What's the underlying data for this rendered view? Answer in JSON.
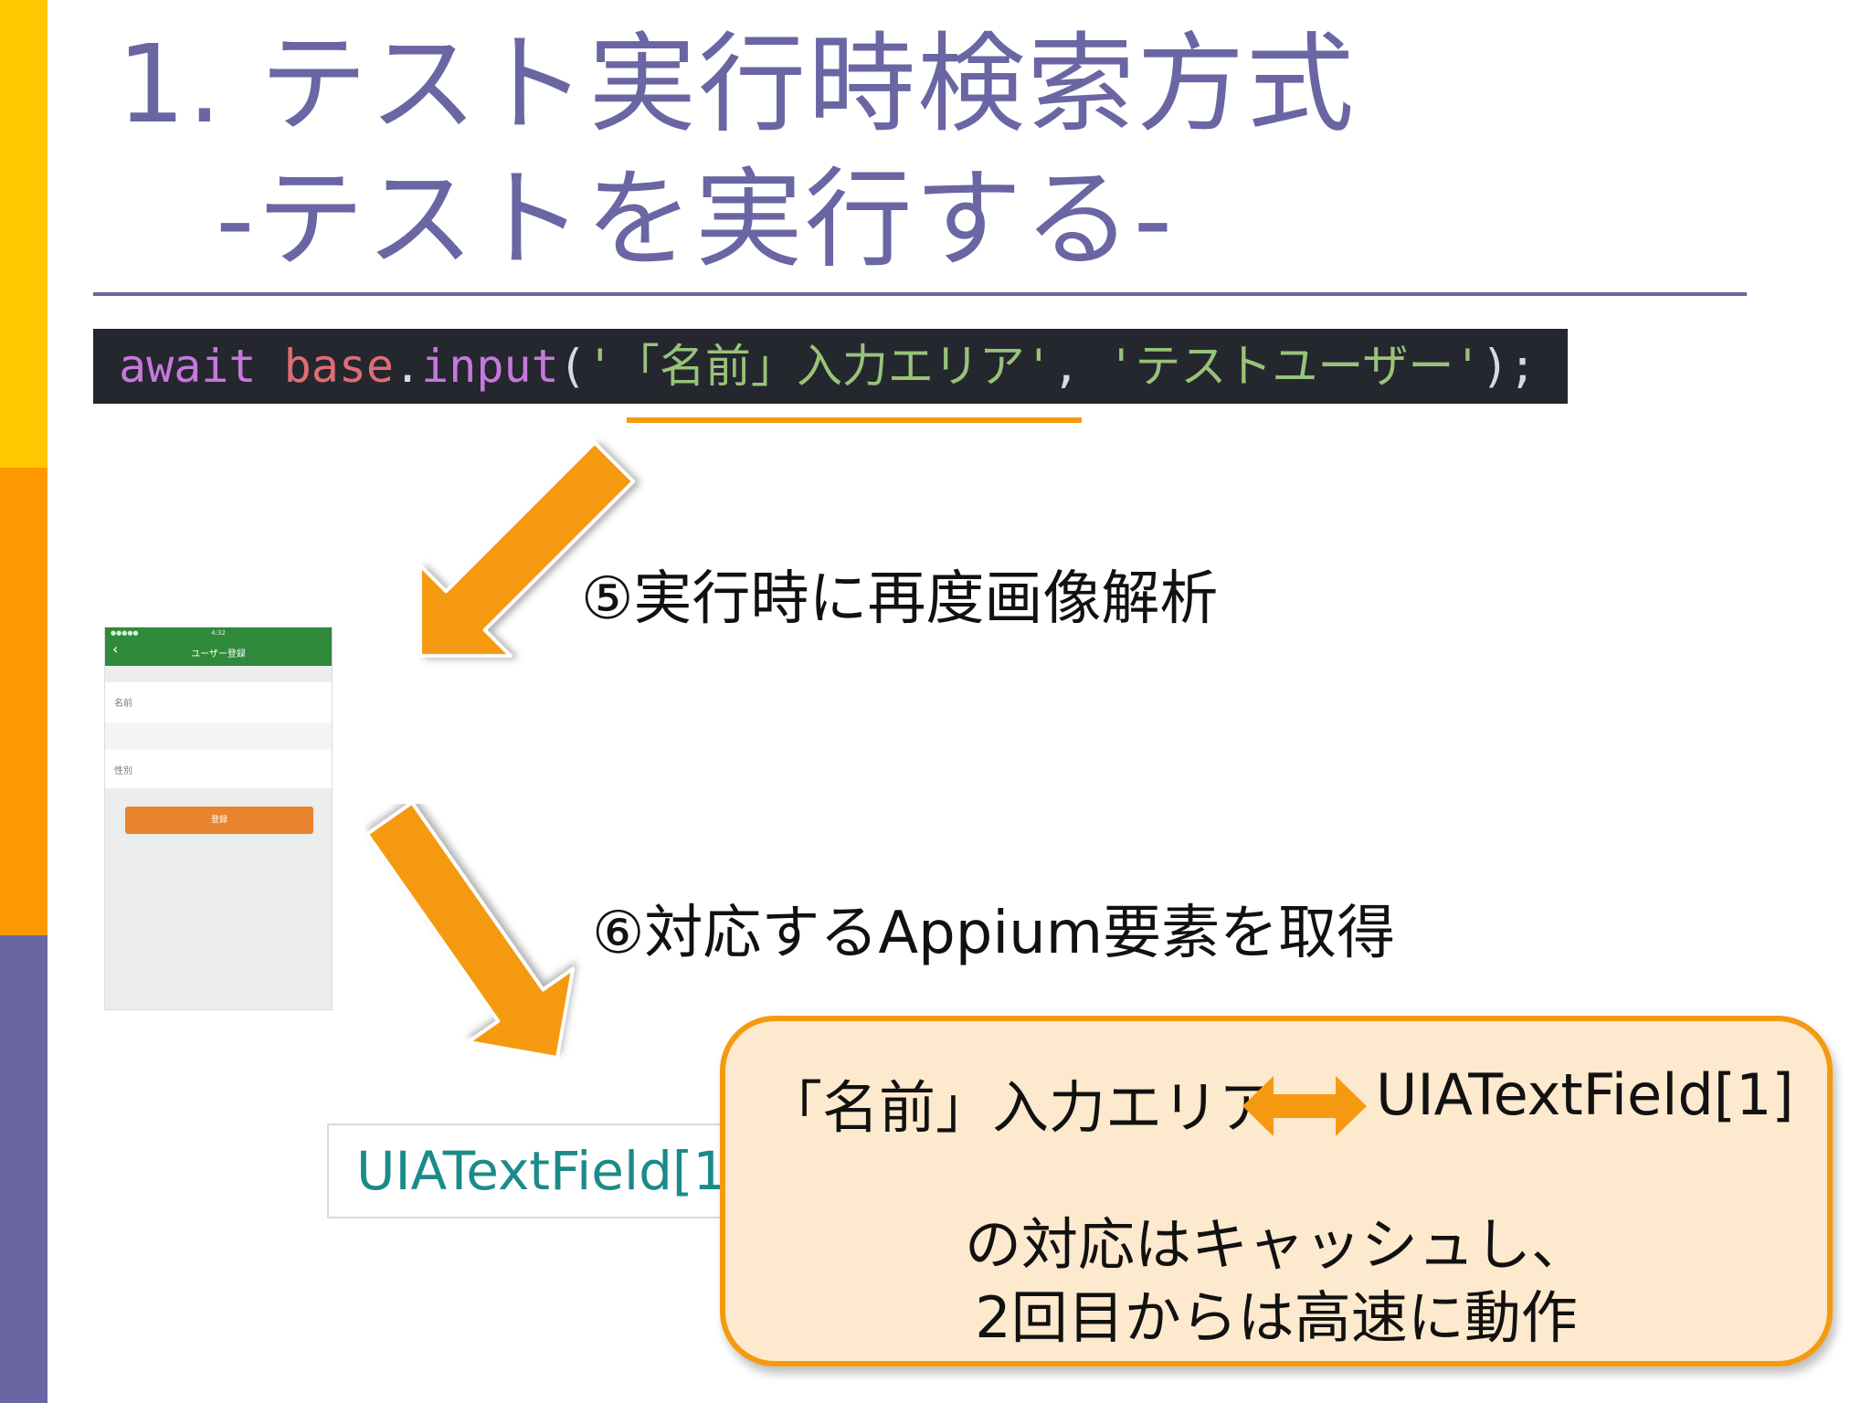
{
  "colors": {
    "side_yellow": "#ffc800",
    "side_orange": "#ff9800",
    "side_purple": "#6a66a3",
    "title": "#6a66a3",
    "accent_orange": "#f59a10",
    "code_bg": "#25272e",
    "code_keyword": "#c678dd",
    "code_ident": "#e06c75",
    "code_plain": "#d7dae0",
    "code_string": "#98c379",
    "phone_green": "#2f8a3b",
    "phone_button": "#e9832e",
    "ui_text": "#1b8a8a"
  },
  "title": {
    "line1": "1. テスト実行時検索方式",
    "line2": "-テストを実行する-"
  },
  "code": {
    "keyword": "await",
    "object": "base",
    "dot": ".",
    "method": "input",
    "open": "(",
    "arg1": "'「名前」入力エリア'",
    "comma": ", ",
    "arg2": "'テストユーザー'",
    "close": ");"
  },
  "steps": {
    "step5": "⑤実行時に再度画像解析",
    "step6": "⑥対応するAppium要素を取得"
  },
  "phone": {
    "status": "●●●●●",
    "time": "4:32",
    "back_icon": "chevron-left-icon",
    "title": "ユーザー登録",
    "name_label": "名前",
    "gender_label": "性別",
    "button": "登録"
  },
  "result_box": {
    "text": "UIATextField[1"
  },
  "note": {
    "left": "「名前」入力エリア",
    "arrow_icon": "double-arrow-icon",
    "right": "UIATextField[1]",
    "line2": "の対応はキャッシュし、",
    "line3": "2回目からは高速に動作"
  }
}
